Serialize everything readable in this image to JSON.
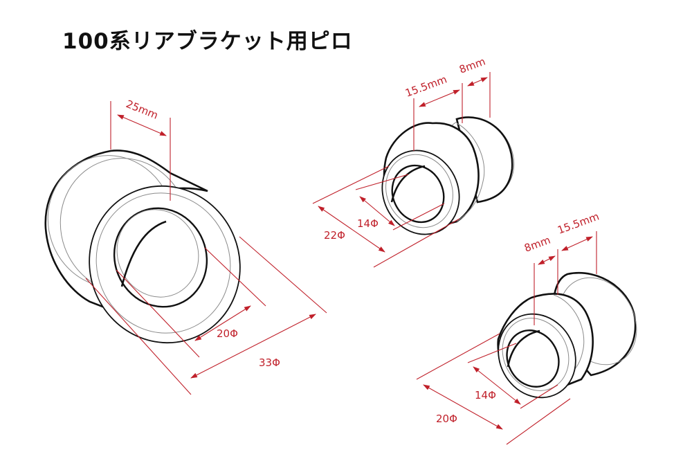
{
  "title": "100系リアブラケット用ピロ",
  "colors": {
    "dimension": "#c0202a",
    "outline": "#111111"
  },
  "parts": [
    {
      "id": "large-bushing",
      "labels": {
        "length": "25mm",
        "inner_diameter": "20Φ",
        "outer_diameter": "33Φ"
      }
    },
    {
      "id": "small-bushing-a",
      "labels": {
        "step_length": "15.5mm",
        "collar_length": "8mm",
        "inner_diameter": "14Φ",
        "outer_diameter": "22Φ"
      }
    },
    {
      "id": "small-bushing-b",
      "labels": {
        "collar_length": "8mm",
        "step_length": "15.5mm",
        "inner_diameter": "14Φ",
        "outer_diameter": "20Φ"
      }
    }
  ]
}
